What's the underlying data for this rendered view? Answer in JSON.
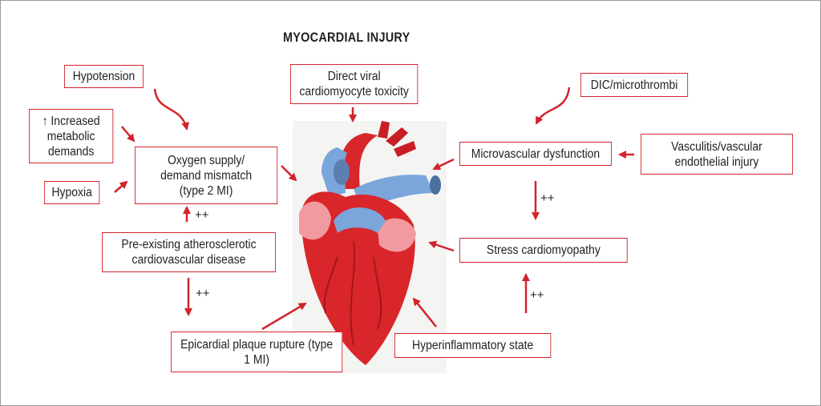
{
  "title": "MYOCARDIAL INJURY",
  "boxes": {
    "hypotension": "Hypotension",
    "metabolic": "↑ Increased metabolic demands",
    "hypoxia": "Hypoxia",
    "oxygen": "Oxygen supply/ demand mismatch (type 2 MI)",
    "atherosclerotic": "Pre-existing atherosclerotic cardiovascular disease",
    "epicardial": "Epicardial plaque rupture (type 1 MI)",
    "viral": "Direct viral cardiomyocyte toxicity",
    "dic": "DIC/microthrombi",
    "microvascular": "Microvascular dysfunction",
    "vasculitis": "Vasculitis/vascular endothelial injury",
    "stress": "Stress cardiomyopathy",
    "hyperinflammatory": "Hyperinflammatory state"
  },
  "plus": "++",
  "colors": {
    "accent": "#d2232a",
    "heart_red": "#d9262b",
    "vessel_blue": "#6f9fd8"
  }
}
